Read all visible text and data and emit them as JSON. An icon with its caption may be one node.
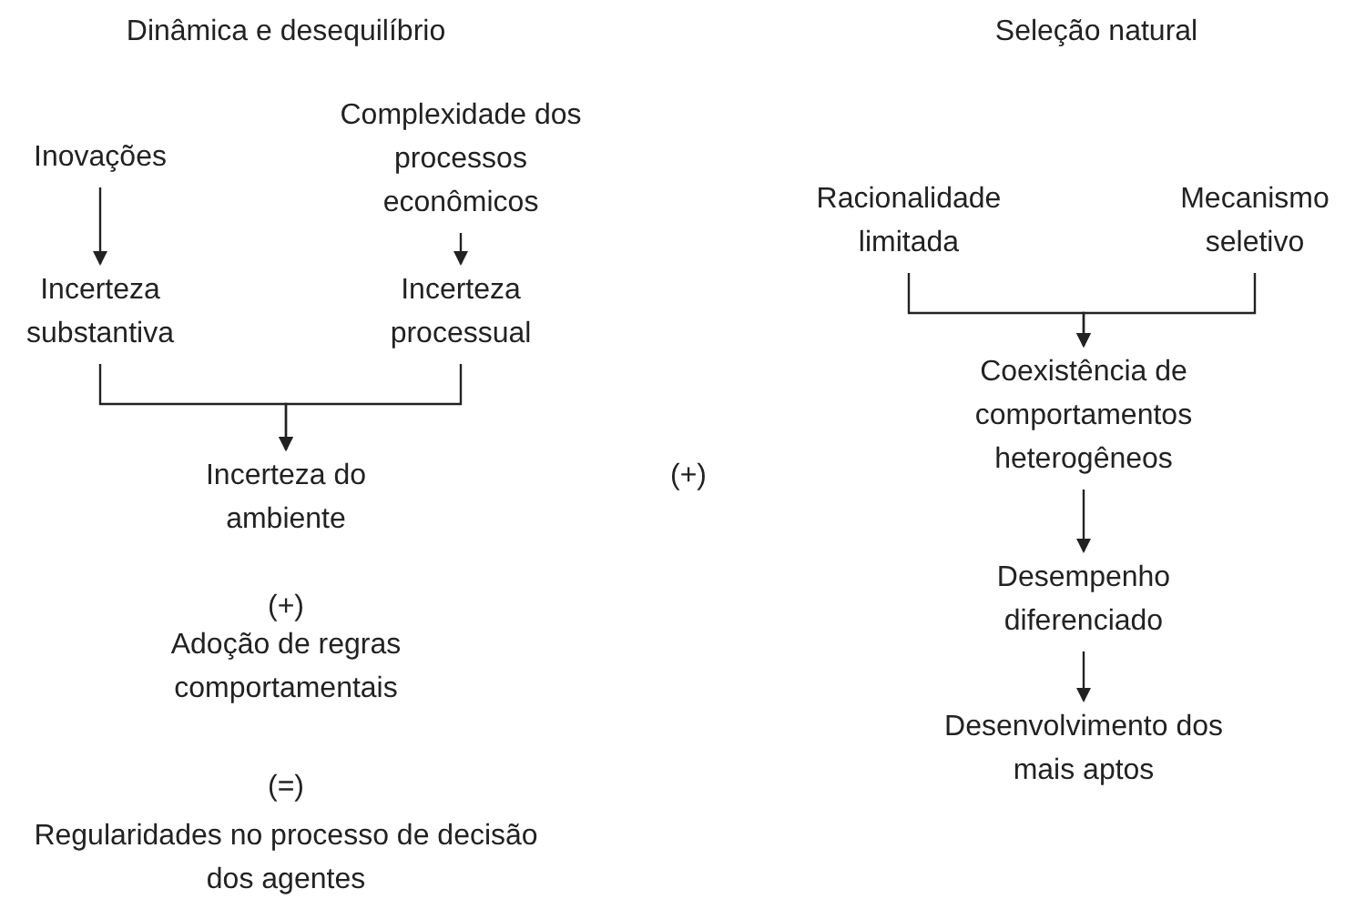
{
  "diagram": {
    "nodes": [
      {
        "text": [
          "Inovações"
        ]
      },
      {
        "text": [
          "Complexidade dos processos econômicos"
        ]
      },
      {
        "text": [
          "Incerteza substantiva"
        ]
      },
      {
        "text": [
          "Incerteza processual"
        ]
      },
      {
        "text": [
          "Incerteza do ambiente"
        ]
      },
      {
        "text": [
          "Racionalidade limitada"
        ]
      },
      {
        "text": [
          "Mecanismo seletivo"
        ]
      },
      {
        "text": [
          "Coexistência de comportamentos heterogêneos"
        ]
      },
      {
        "text": [
          "Desempenho diferenciado"
        ]
      },
      {
        "text": [
          "Desenvolvimento dos mais aptos"
        ]
      }
    ],
    "edges": [
      {
        "from": 0,
        "to": 2,
        "arrow": "to"
      },
      {
        "from": 1,
        "to": 3,
        "arrow": "to"
      },
      {
        "from": 2,
        "to": 4,
        "arrow": "to"
      },
      {
        "from": 3,
        "to": 4,
        "arrow": "to"
      },
      {
        "from": 5,
        "to": 7,
        "arrow": "to"
      },
      {
        "from": 6,
        "to": 7,
        "arrow": "to"
      },
      {
        "from": 7,
        "to": 8,
        "arrow": "to"
      },
      {
        "from": 8,
        "to": 9,
        "arrow": "to"
      }
    ],
    "labels": [
      "Dinâmica e desequilíbrio",
      "Seleção natural",
      "(+)",
      "(+)",
      "Adoção de regras comportamentais",
      "(=)",
      "Regularidades no processo de decisão dos agentes"
    ]
  }
}
